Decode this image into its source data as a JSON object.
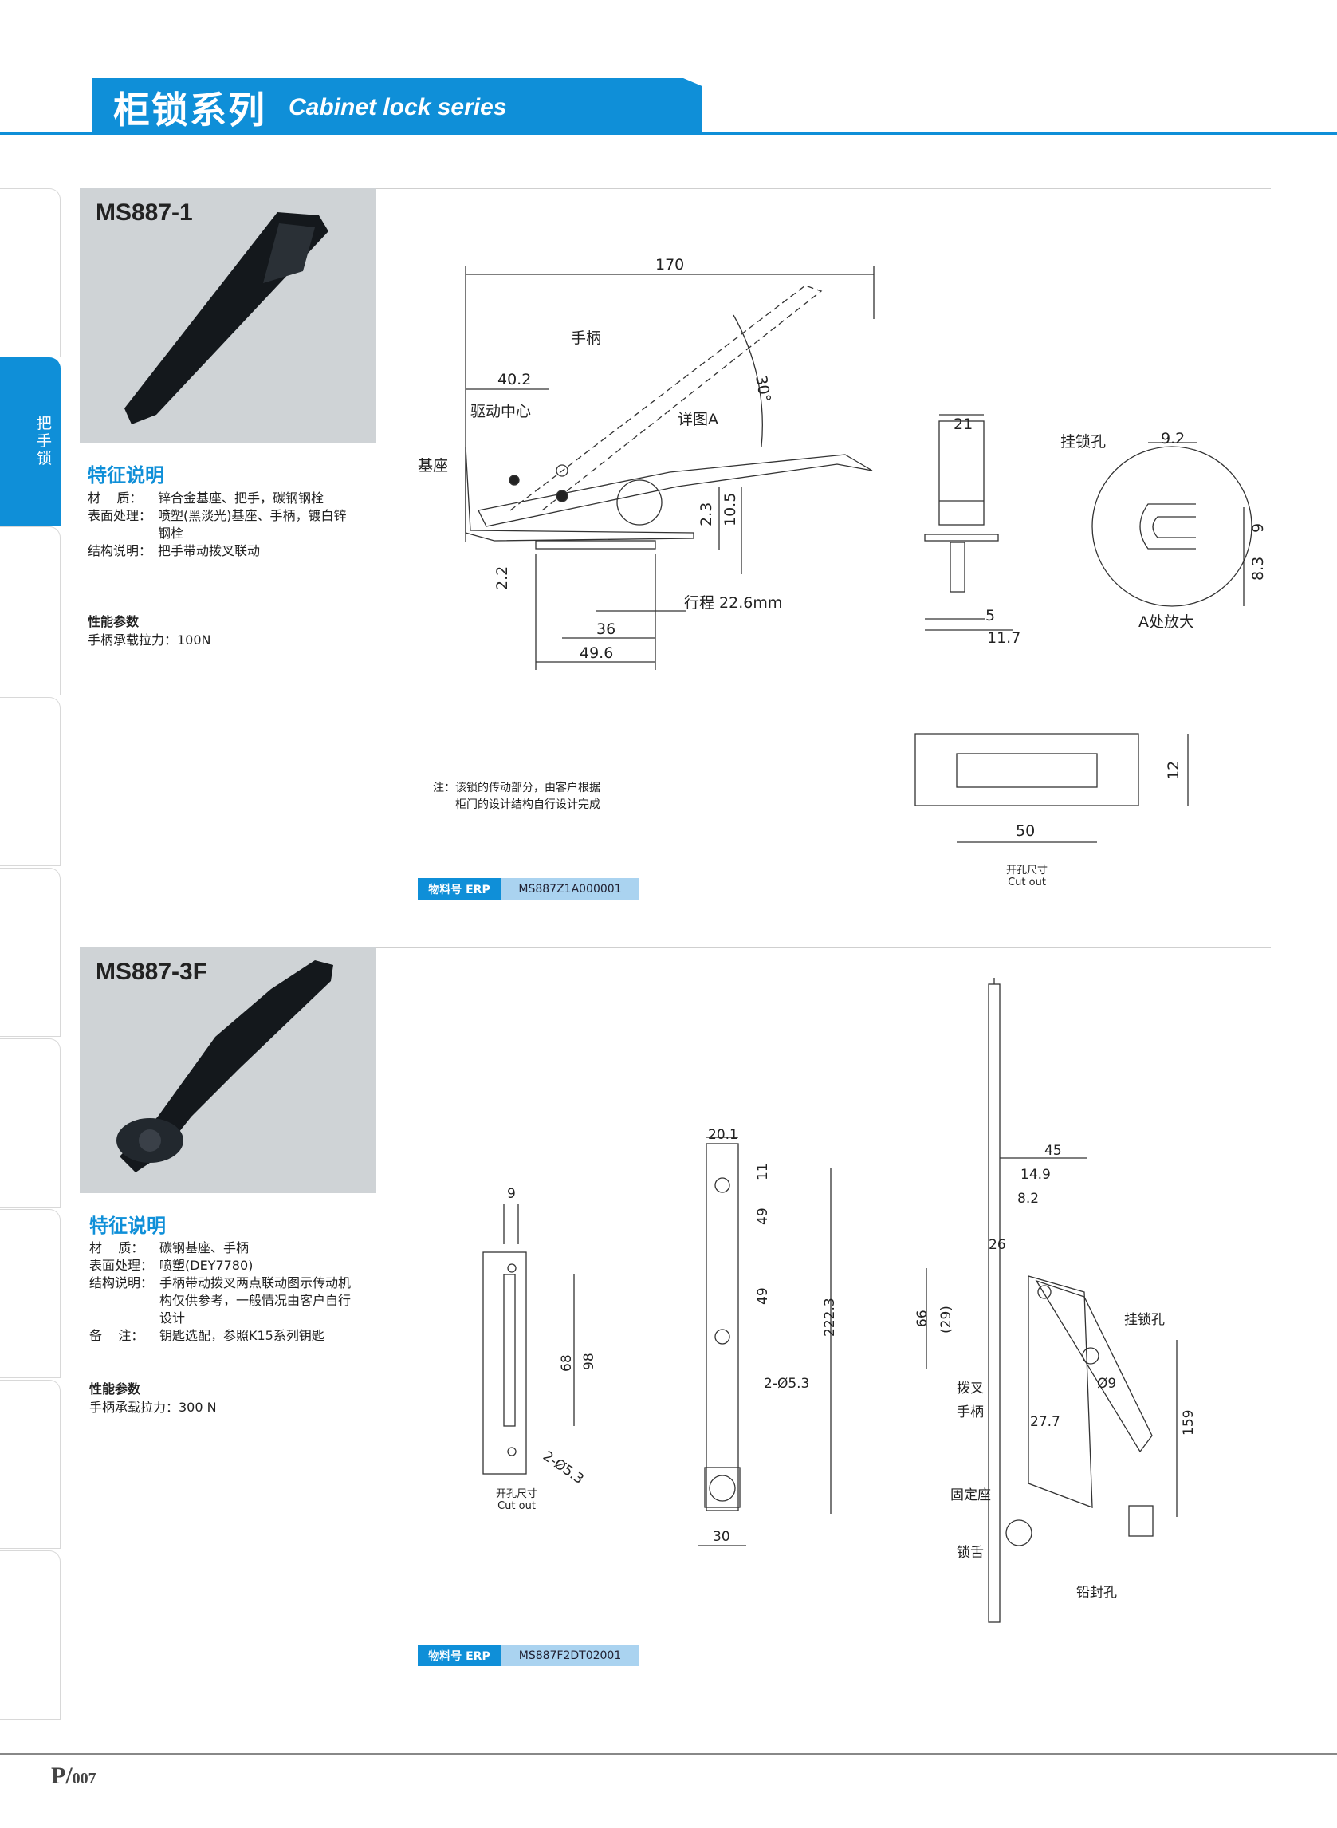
{
  "header": {
    "title_cn": "柜锁系列",
    "title_en": "Cabinet lock series"
  },
  "sidebar": {
    "active_label": "把手锁"
  },
  "products": [
    {
      "model": "MS887-1",
      "features_title": "特征说明",
      "specs": [
        {
          "key": "材    质：",
          "value": "锌合金基座、把手，碳钢钢栓"
        },
        {
          "key": "表面处理：",
          "value": "喷塑(黑淡光)基座、手柄，镀白锌钢栓"
        },
        {
          "key": "结构说明：",
          "value": "把手带动拨叉联动"
        }
      ],
      "perf_title": "性能参数",
      "perf_value": "手柄承载拉力：100N",
      "erp_label": "物料号 ERP",
      "erp_code": "MS887Z1A000001",
      "note_lines": [
        "注：该锁的传动部分，由客户根据",
        "柜门的设计结构自行设计完成"
      ],
      "cutout_cn": "开孔尺寸",
      "cutout_en": "Cut out",
      "drawing": {
        "dim_170": "170",
        "dim_40_2": "40.2",
        "dim_30deg": "30°",
        "dim_2_3": "2.3",
        "dim_10_5": "10.5",
        "dim_2_2": "2.2",
        "dim_36": "36",
        "dim_49_6": "49.6",
        "stroke": "行程 22.6mm",
        "label_handle": "手柄",
        "label_drive": "驱动中心",
        "label_base": "基座",
        "label_detail": "详图A",
        "dim_21": "21",
        "dim_5": "5",
        "dim_11_7": "11.7",
        "label_padlock": "挂锁孔",
        "dim_9_2": "9.2",
        "dim_9": "9",
        "dim_8_3": "8.3",
        "label_detail_a": "A处放大",
        "dim_12": "12",
        "dim_50": "50"
      }
    },
    {
      "model": "MS887-3F",
      "features_title": "特征说明",
      "specs": [
        {
          "key": "材    质：",
          "value": "碳钢基座、手柄"
        },
        {
          "key": "表面处理：",
          "value": "喷塑(DEY7780)"
        },
        {
          "key": "结构说明：",
          "value": "手柄带动拨叉两点联动图示传动机构仅供参考，一般情况由客户自行设计"
        },
        {
          "key": "备    注：",
          "value": "钥匙选配，参照K15系列钥匙"
        }
      ],
      "perf_title": "性能参数",
      "perf_value": "手柄承载拉力：300 N",
      "erp_label": "物料号 ERP",
      "erp_code": "MS887F2DT02001",
      "cutout_cn": "开孔尺寸",
      "cutout_en": "Cut out",
      "drawing": {
        "dim_9": "9",
        "dim_68": "68",
        "dim_98": "98",
        "dim_2_d5_3a": "2-Ø5.3",
        "dim_20_1": "20.1",
        "dim_11": "11",
        "dim_49a": "49",
        "dim_49b": "49",
        "dim_222_3": "222.3",
        "dim_2_d5_3b": "2-Ø5.3",
        "dim_30": "30",
        "dim_45": "45",
        "dim_14_9": "14.9",
        "dim_8_2": "8.2",
        "dim_26": "26",
        "dim_66": "66",
        "dim_29": "(29)",
        "label_padlock": "挂锁孔",
        "dim_d9": "Ø9",
        "label_fork": "拨叉",
        "label_handle": "手柄",
        "dim_27_7": "27.7",
        "dim_159": "159",
        "label_mount": "固定座",
        "label_tongue": "锁舌",
        "label_seal": "铅封孔"
      }
    }
  ],
  "footer": {
    "page_prefix": "P/",
    "page_number": "007"
  }
}
